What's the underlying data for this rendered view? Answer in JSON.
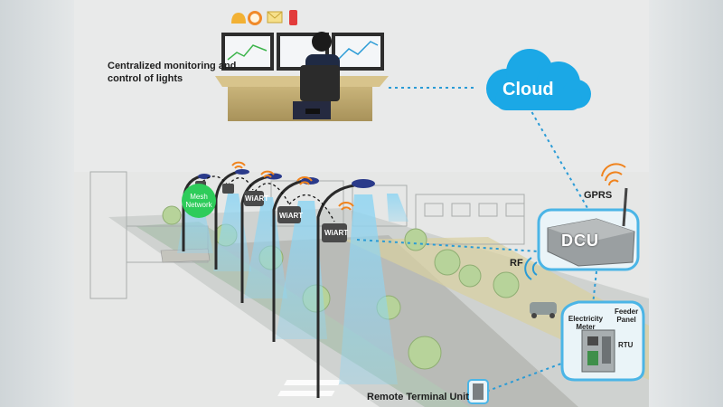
{
  "labels": {
    "monitoring": "Centralized monitoring and control of lights",
    "cloud": "Cloud",
    "gprs": "GPRS",
    "rf": "RF",
    "dcu": "DCU",
    "electricity_meter": "Electricity Meter",
    "feeder_panel": "Feeder Panel",
    "rtu": "RTU",
    "remote_terminal_unit": "Remote Terminal Unit",
    "mesh_network": "Mesh Network",
    "wiart": "WiART"
  },
  "icons": [
    "bell-icon",
    "alarm-clock-icon",
    "mail-icon",
    "phone-icon"
  ],
  "colors": {
    "cloud": "#1ba8e6",
    "link_dotted": "#2a9bd6",
    "mesh": "#2ecc5a",
    "light_beam": "#8fd5f2",
    "wifi": "#f0831d",
    "callout_border": "#4bb5e6"
  }
}
